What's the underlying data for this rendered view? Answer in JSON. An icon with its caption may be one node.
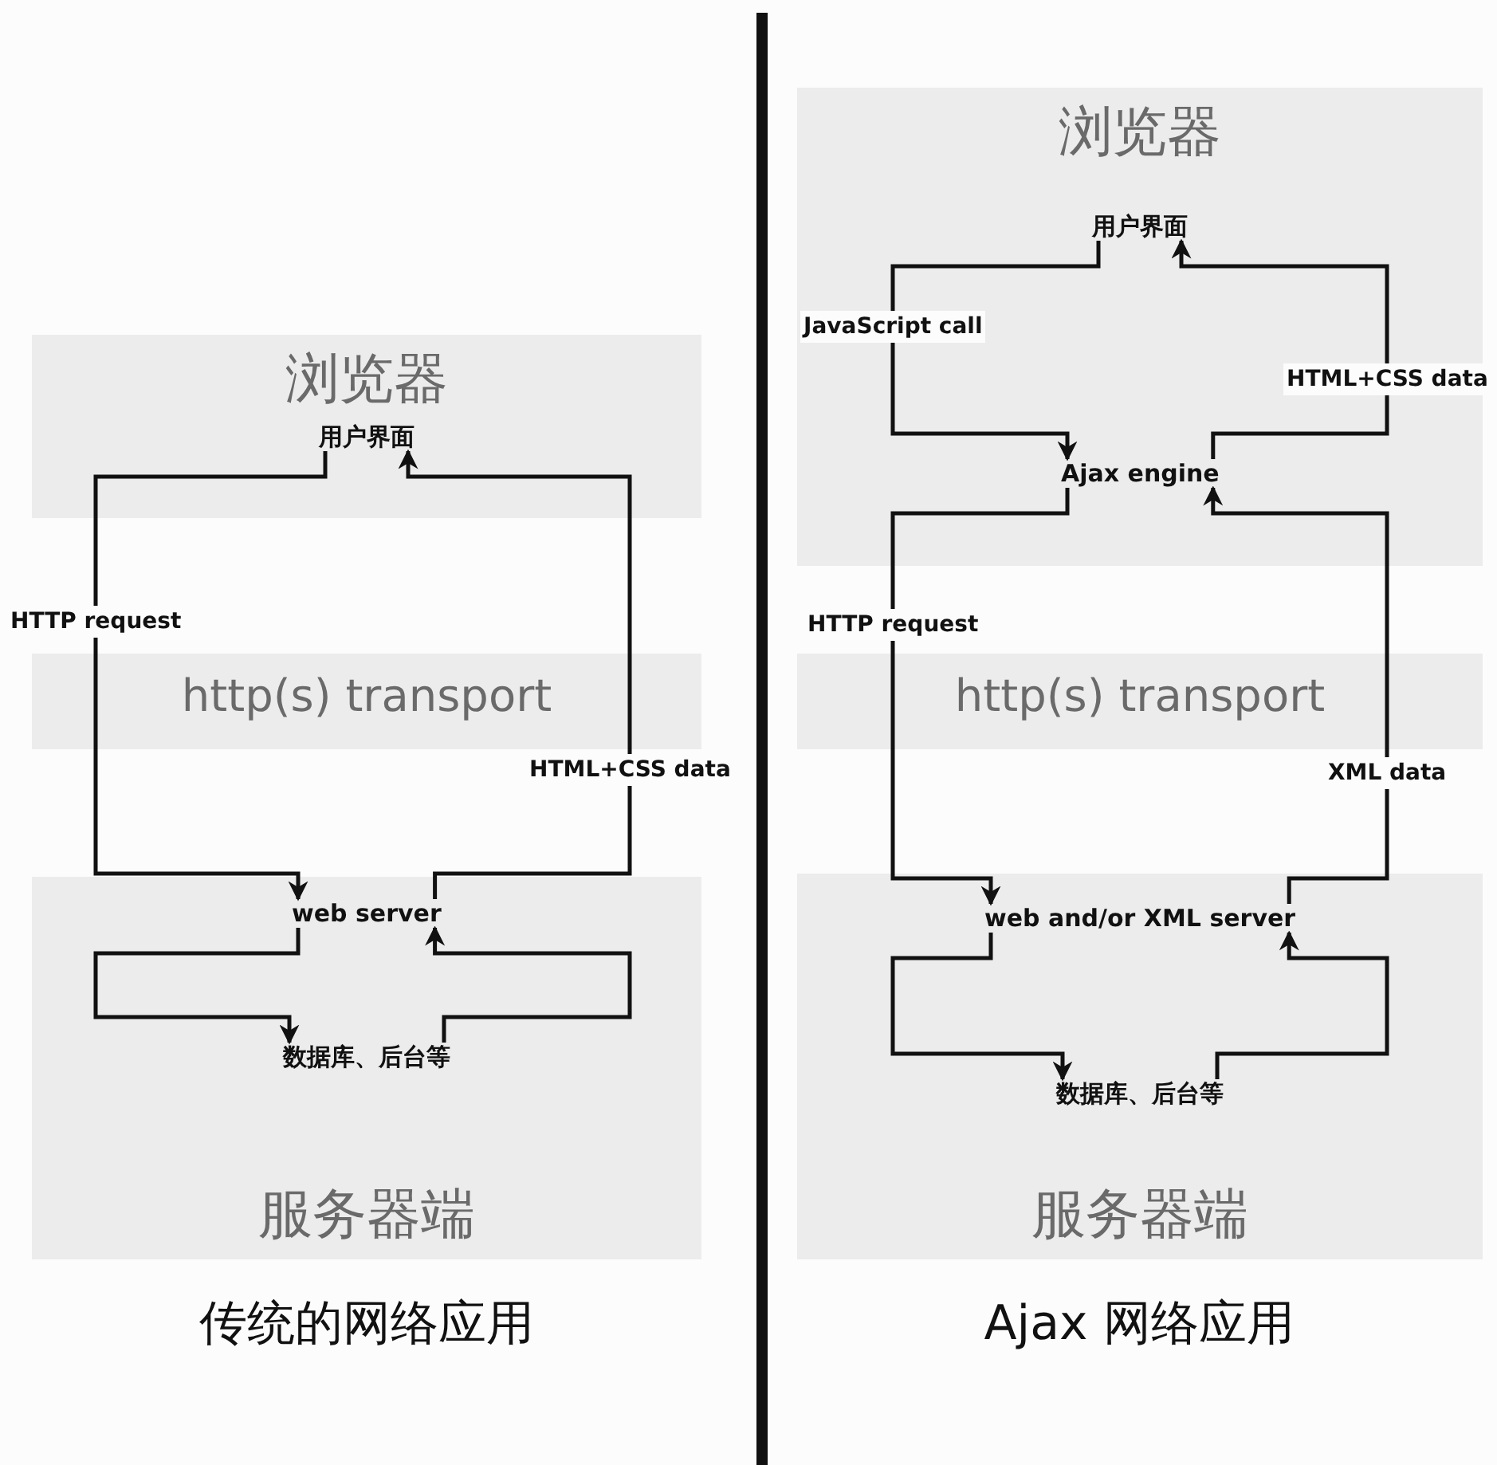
{
  "diagram": {
    "nodes": [
      {
        "text": [
          "浏览器"
        ]
      },
      {
        "text": [
          "用户界面"
        ],
        "in": 0
      },
      {
        "text": [
          "服务器端"
        ]
      },
      {
        "text": [
          "web server"
        ],
        "in": 2
      },
      {
        "text": [
          "数据库、后台等"
        ],
        "in": 2
      },
      {
        "text": [
          "浏览器"
        ]
      },
      {
        "text": [
          "用户界面"
        ],
        "in": 5
      },
      {
        "text": [
          "Ajax engine"
        ],
        "in": 5
      },
      {
        "text": [
          "服务器端"
        ]
      },
      {
        "text": [
          "web and/or XML server"
        ],
        "in": 8
      },
      {
        "text": [
          "数据库、后台等"
        ],
        "in": 8
      }
    ],
    "edges": [
      {
        "from": 1,
        "to": 3,
        "arrow": "to",
        "label": "HTTP request"
      },
      {
        "from": 3,
        "to": 1,
        "arrow": "to",
        "label": "HTML+CSS data"
      },
      {
        "from": 3,
        "to": 4,
        "arrow": "to"
      },
      {
        "from": 4,
        "to": 3,
        "arrow": "to"
      },
      {
        "from": 6,
        "to": 7,
        "arrow": "to",
        "label": "JavaScript call"
      },
      {
        "from": 7,
        "to": 6,
        "arrow": "to",
        "label": "HTML+CSS data"
      },
      {
        "from": 7,
        "to": 9,
        "arrow": "to",
        "label": "HTTP request"
      },
      {
        "from": 9,
        "to": 7,
        "arrow": "to",
        "label": "XML data"
      },
      {
        "from": 9,
        "to": 10,
        "arrow": "to"
      },
      {
        "from": 10,
        "to": 9,
        "arrow": "to"
      }
    ],
    "labels": [
      "http(s) transport",
      "http(s) transport",
      "传统的网络应用",
      "Ajax 网络应用"
    ]
  }
}
